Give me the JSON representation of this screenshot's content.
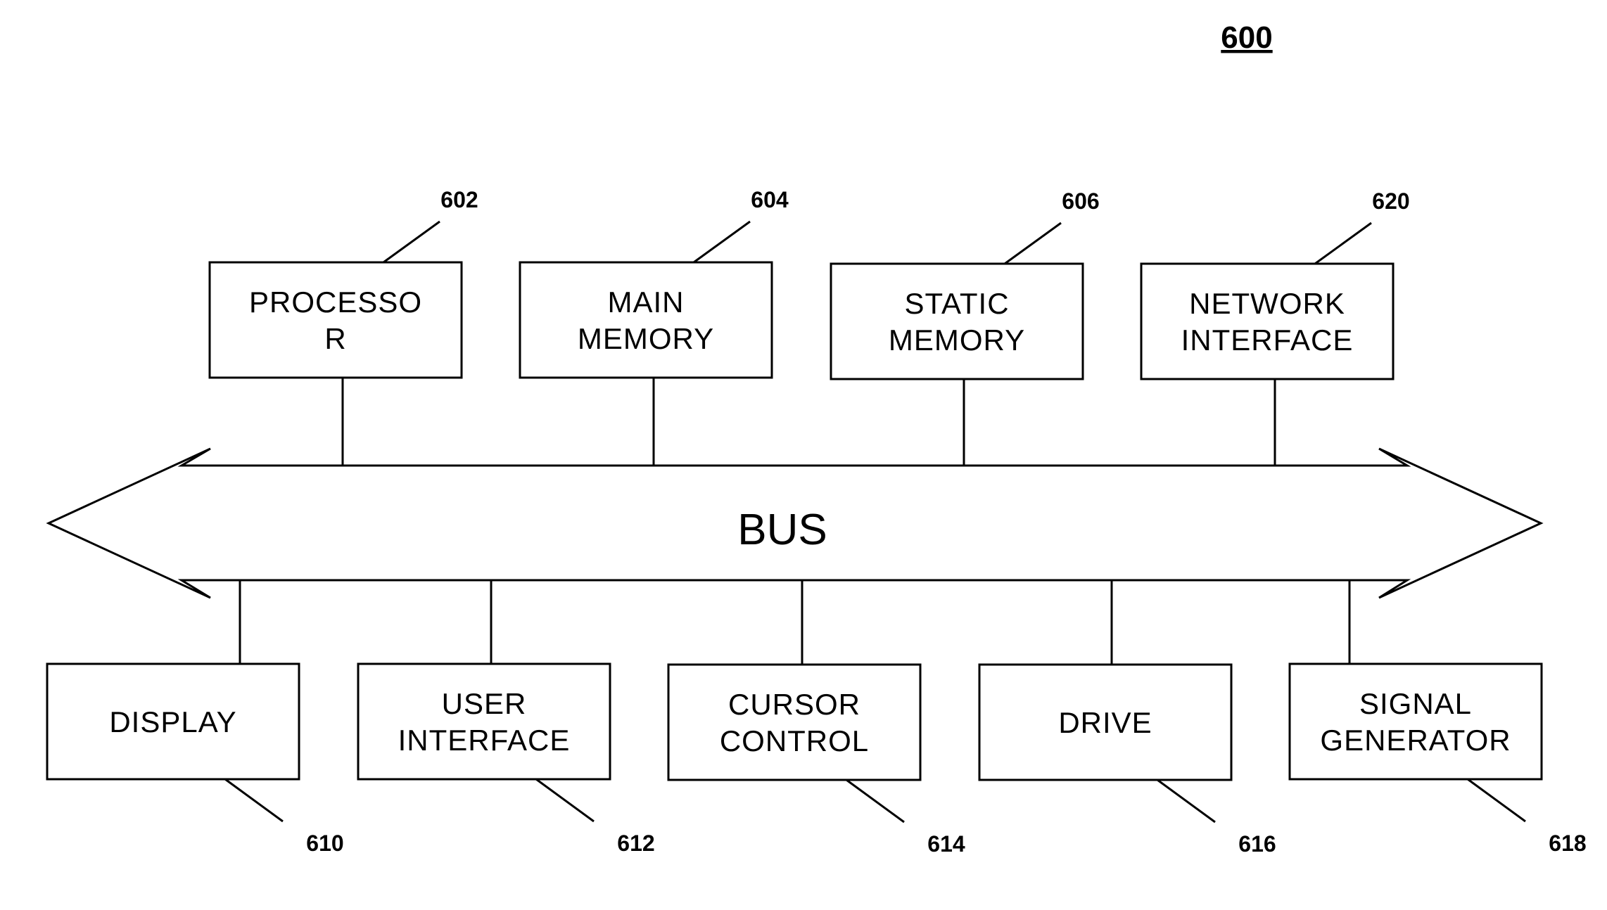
{
  "figure_number": "600",
  "bus": {
    "label": "BUS"
  },
  "top_components": [
    {
      "id": "processor",
      "ref": "602",
      "lines": [
        "PROCESSO",
        "R"
      ]
    },
    {
      "id": "main-memory",
      "ref": "604",
      "lines": [
        "MAIN",
        "MEMORY"
      ]
    },
    {
      "id": "static-memory",
      "ref": "606",
      "lines": [
        "STATIC",
        "MEMORY"
      ]
    },
    {
      "id": "network-interface",
      "ref": "620",
      "lines": [
        "NETWORK",
        "INTERFACE"
      ]
    }
  ],
  "bottom_components": [
    {
      "id": "display",
      "ref": "610",
      "lines": [
        "DISPLAY"
      ]
    },
    {
      "id": "user-interface",
      "ref": "612",
      "lines": [
        "USER",
        "INTERFACE"
      ]
    },
    {
      "id": "cursor-control",
      "ref": "614",
      "lines": [
        "CURSOR",
        "CONTROL"
      ]
    },
    {
      "id": "drive",
      "ref": "616",
      "lines": [
        "DRIVE"
      ]
    },
    {
      "id": "signal-generator",
      "ref": "618",
      "lines": [
        "SIGNAL",
        "GENERATOR"
      ]
    }
  ]
}
